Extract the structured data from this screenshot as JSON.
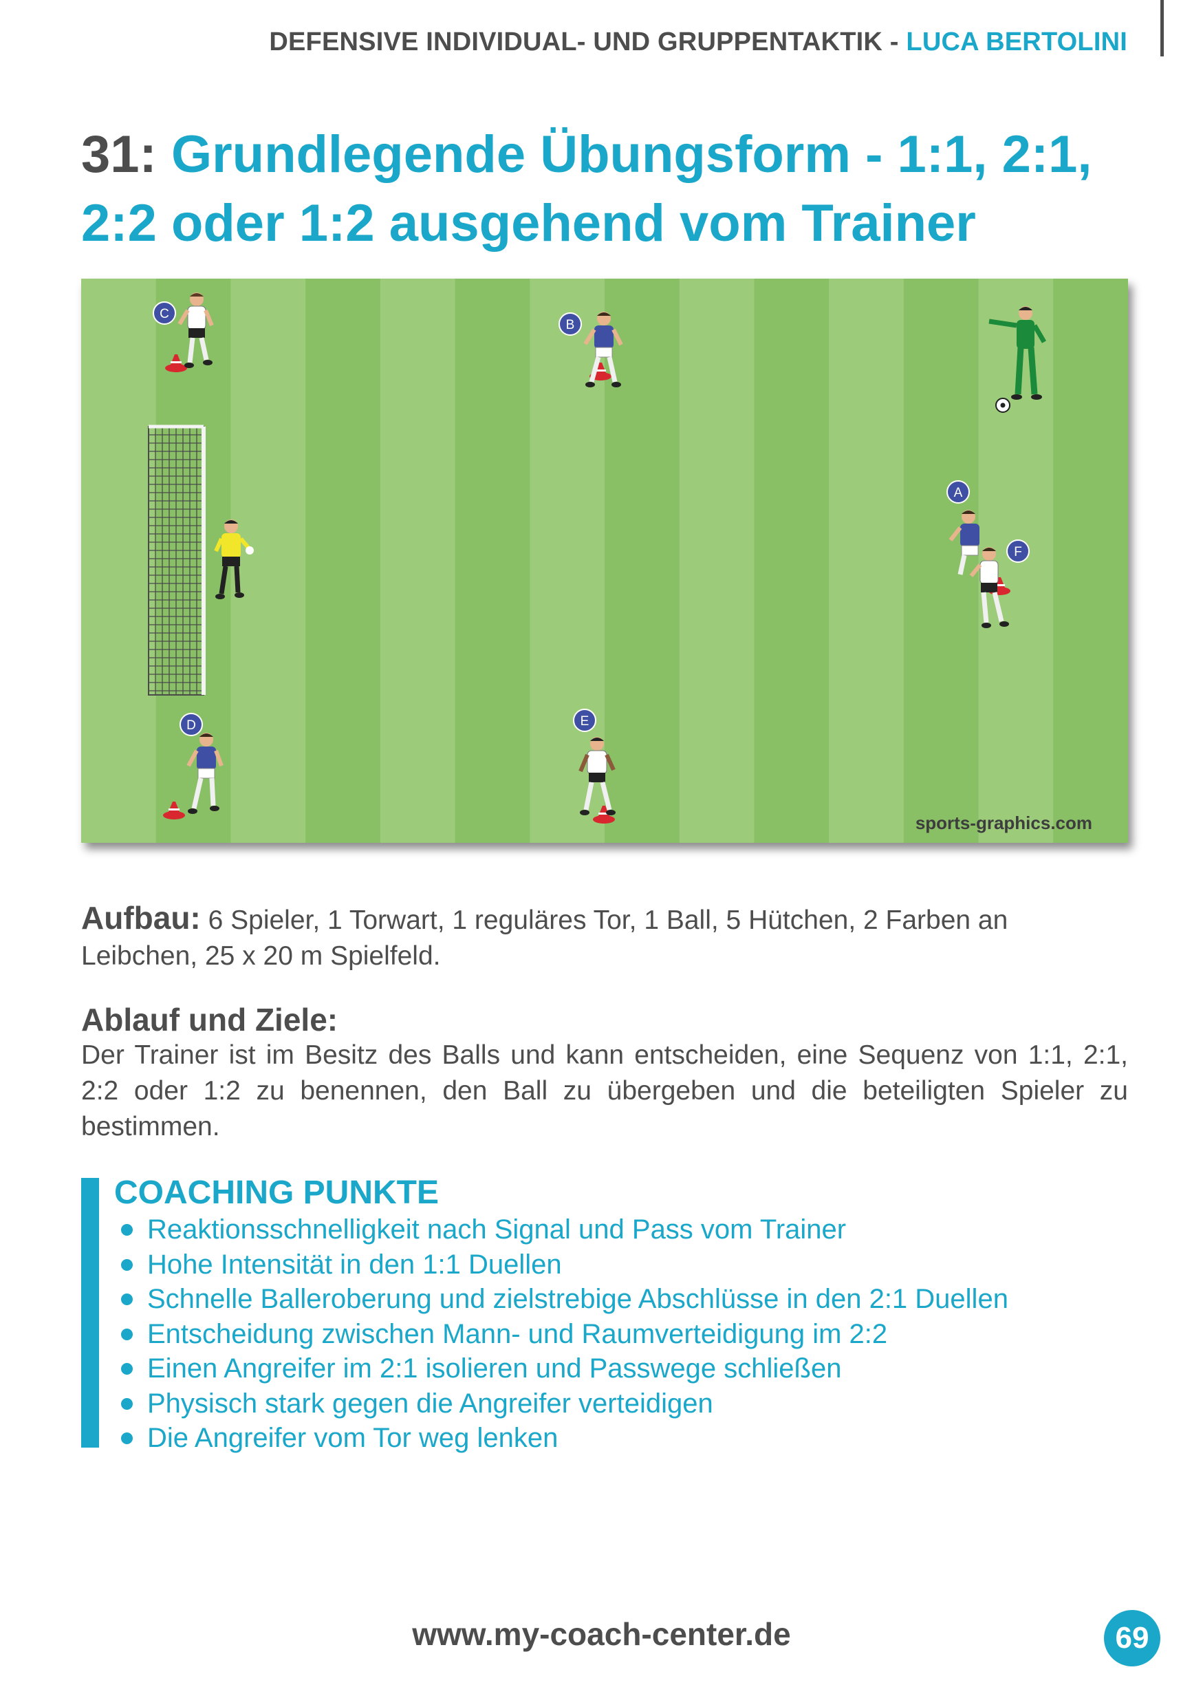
{
  "header": {
    "section": "DEFENSIVE INDIVIDUAL- UND GRUPPENTAKTIK - ",
    "author": "LUCA BERTOLINI"
  },
  "title": {
    "number": "31:",
    "text": " Grundlegende Übungsform - 1:1, 2:1, 2:2 oder 1:2 ausgehend vom Trainer"
  },
  "diagram": {
    "player_labels": {
      "a": "A",
      "b": "B",
      "c": "C",
      "d": "D",
      "e": "E",
      "f": "F"
    },
    "watermark": "sports-graphics.com",
    "colors": {
      "pitch_light": "#9ccb79",
      "pitch_dark": "#89bf65",
      "team_blue": "#3f4fa3",
      "team_white": "#ffffff",
      "coach_green": "#1b8a3a",
      "keeper_yellow": "#f2e62a",
      "cone_red": "#d8272f"
    }
  },
  "aufbau": {
    "label": "Aufbau:",
    "text": " 6 Spieler, 1 Torwart, 1 reguläres Tor, 1 Ball, 5 Hütchen, 2 Farben an Leibchen, 25 x 20 m Spielfeld."
  },
  "ablauf": {
    "heading": "Ablauf und Ziele:",
    "text": "Der Trainer ist im Besitz des Balls und kann entscheiden, eine Sequenz von 1:1, 2:1, 2:2 oder 1:2 zu benennen, den Ball zu übergeben und die beteiligten Spieler zu bestimmen."
  },
  "coaching": {
    "title": "COACHING PUNKTE",
    "items": [
      "Reaktionsschnelligkeit nach Signal und Pass vom Trainer",
      "Hohe Intensität in den 1:1 Duellen",
      "Schnelle Balleroberung und zielstrebige Abschlüsse in den 2:1 Duellen",
      "Entscheidung zwischen Mann- und Raumverteidigung im 2:2",
      "Einen Angreifer im 2:1 isolieren und Passwege schließen",
      "Physisch stark gegen die Angreifer verteidigen",
      "Die Angreifer vom Tor weg lenken"
    ]
  },
  "footer": {
    "url": "www.my-coach-center.de",
    "page": "69"
  },
  "colors": {
    "accent": "#1aa7c9",
    "text": "#4d4d4d"
  }
}
